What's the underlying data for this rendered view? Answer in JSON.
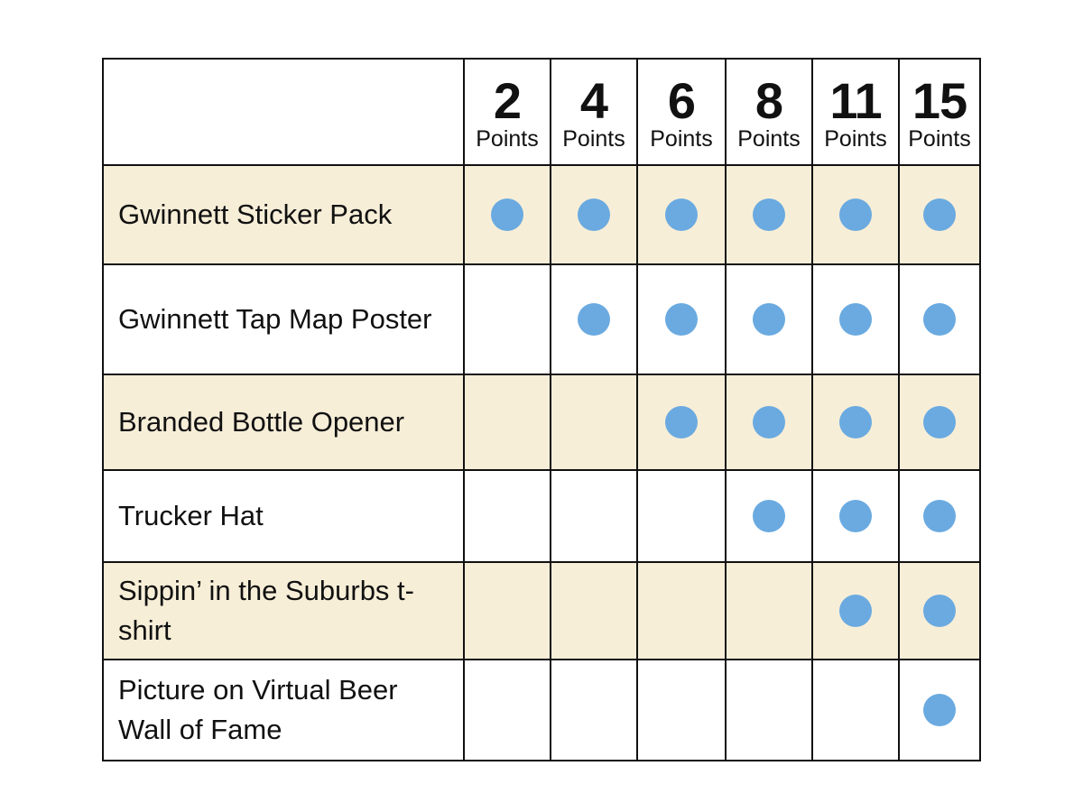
{
  "tiers": [
    {
      "number": "2",
      "unit": "Points"
    },
    {
      "number": "4",
      "unit": "Points"
    },
    {
      "number": "6",
      "unit": "Points"
    },
    {
      "number": "8",
      "unit": "Points"
    },
    {
      "number": "11",
      "unit": "Points"
    },
    {
      "number": "15",
      "unit": "Points"
    }
  ],
  "rows": [
    {
      "label": "Gwinnett Sticker Pack",
      "available": [
        true,
        true,
        true,
        true,
        true,
        true
      ]
    },
    {
      "label": "Gwinnett Tap Map Poster",
      "available": [
        false,
        true,
        true,
        true,
        true,
        true
      ]
    },
    {
      "label": "Branded Bottle Opener",
      "available": [
        false,
        false,
        true,
        true,
        true,
        true
      ]
    },
    {
      "label": "Trucker Hat",
      "available": [
        false,
        false,
        false,
        true,
        true,
        true
      ]
    },
    {
      "label": "Sippin’ in the Suburbs t-shirt",
      "available": [
        false,
        false,
        false,
        false,
        true,
        true
      ]
    },
    {
      "label": "Picture on Virtual Beer Wall of Fame",
      "available": [
        false,
        false,
        false,
        false,
        false,
        true
      ]
    }
  ],
  "colors": {
    "dot": "#6aaae0",
    "shaded_row": "#f7eed8",
    "border": "#111111"
  }
}
